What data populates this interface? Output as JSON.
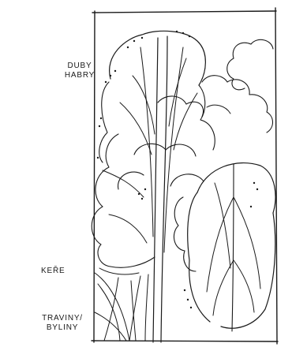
{
  "labels": {
    "tree_layer": [
      "DUBY",
      "HABRY"
    ],
    "shrub_layer": "KEŘE",
    "herb_layer": [
      "TRAVINY/",
      "BYLINY"
    ]
  },
  "ink_color": "#1a1a1a",
  "paper_color": "#ffffff"
}
